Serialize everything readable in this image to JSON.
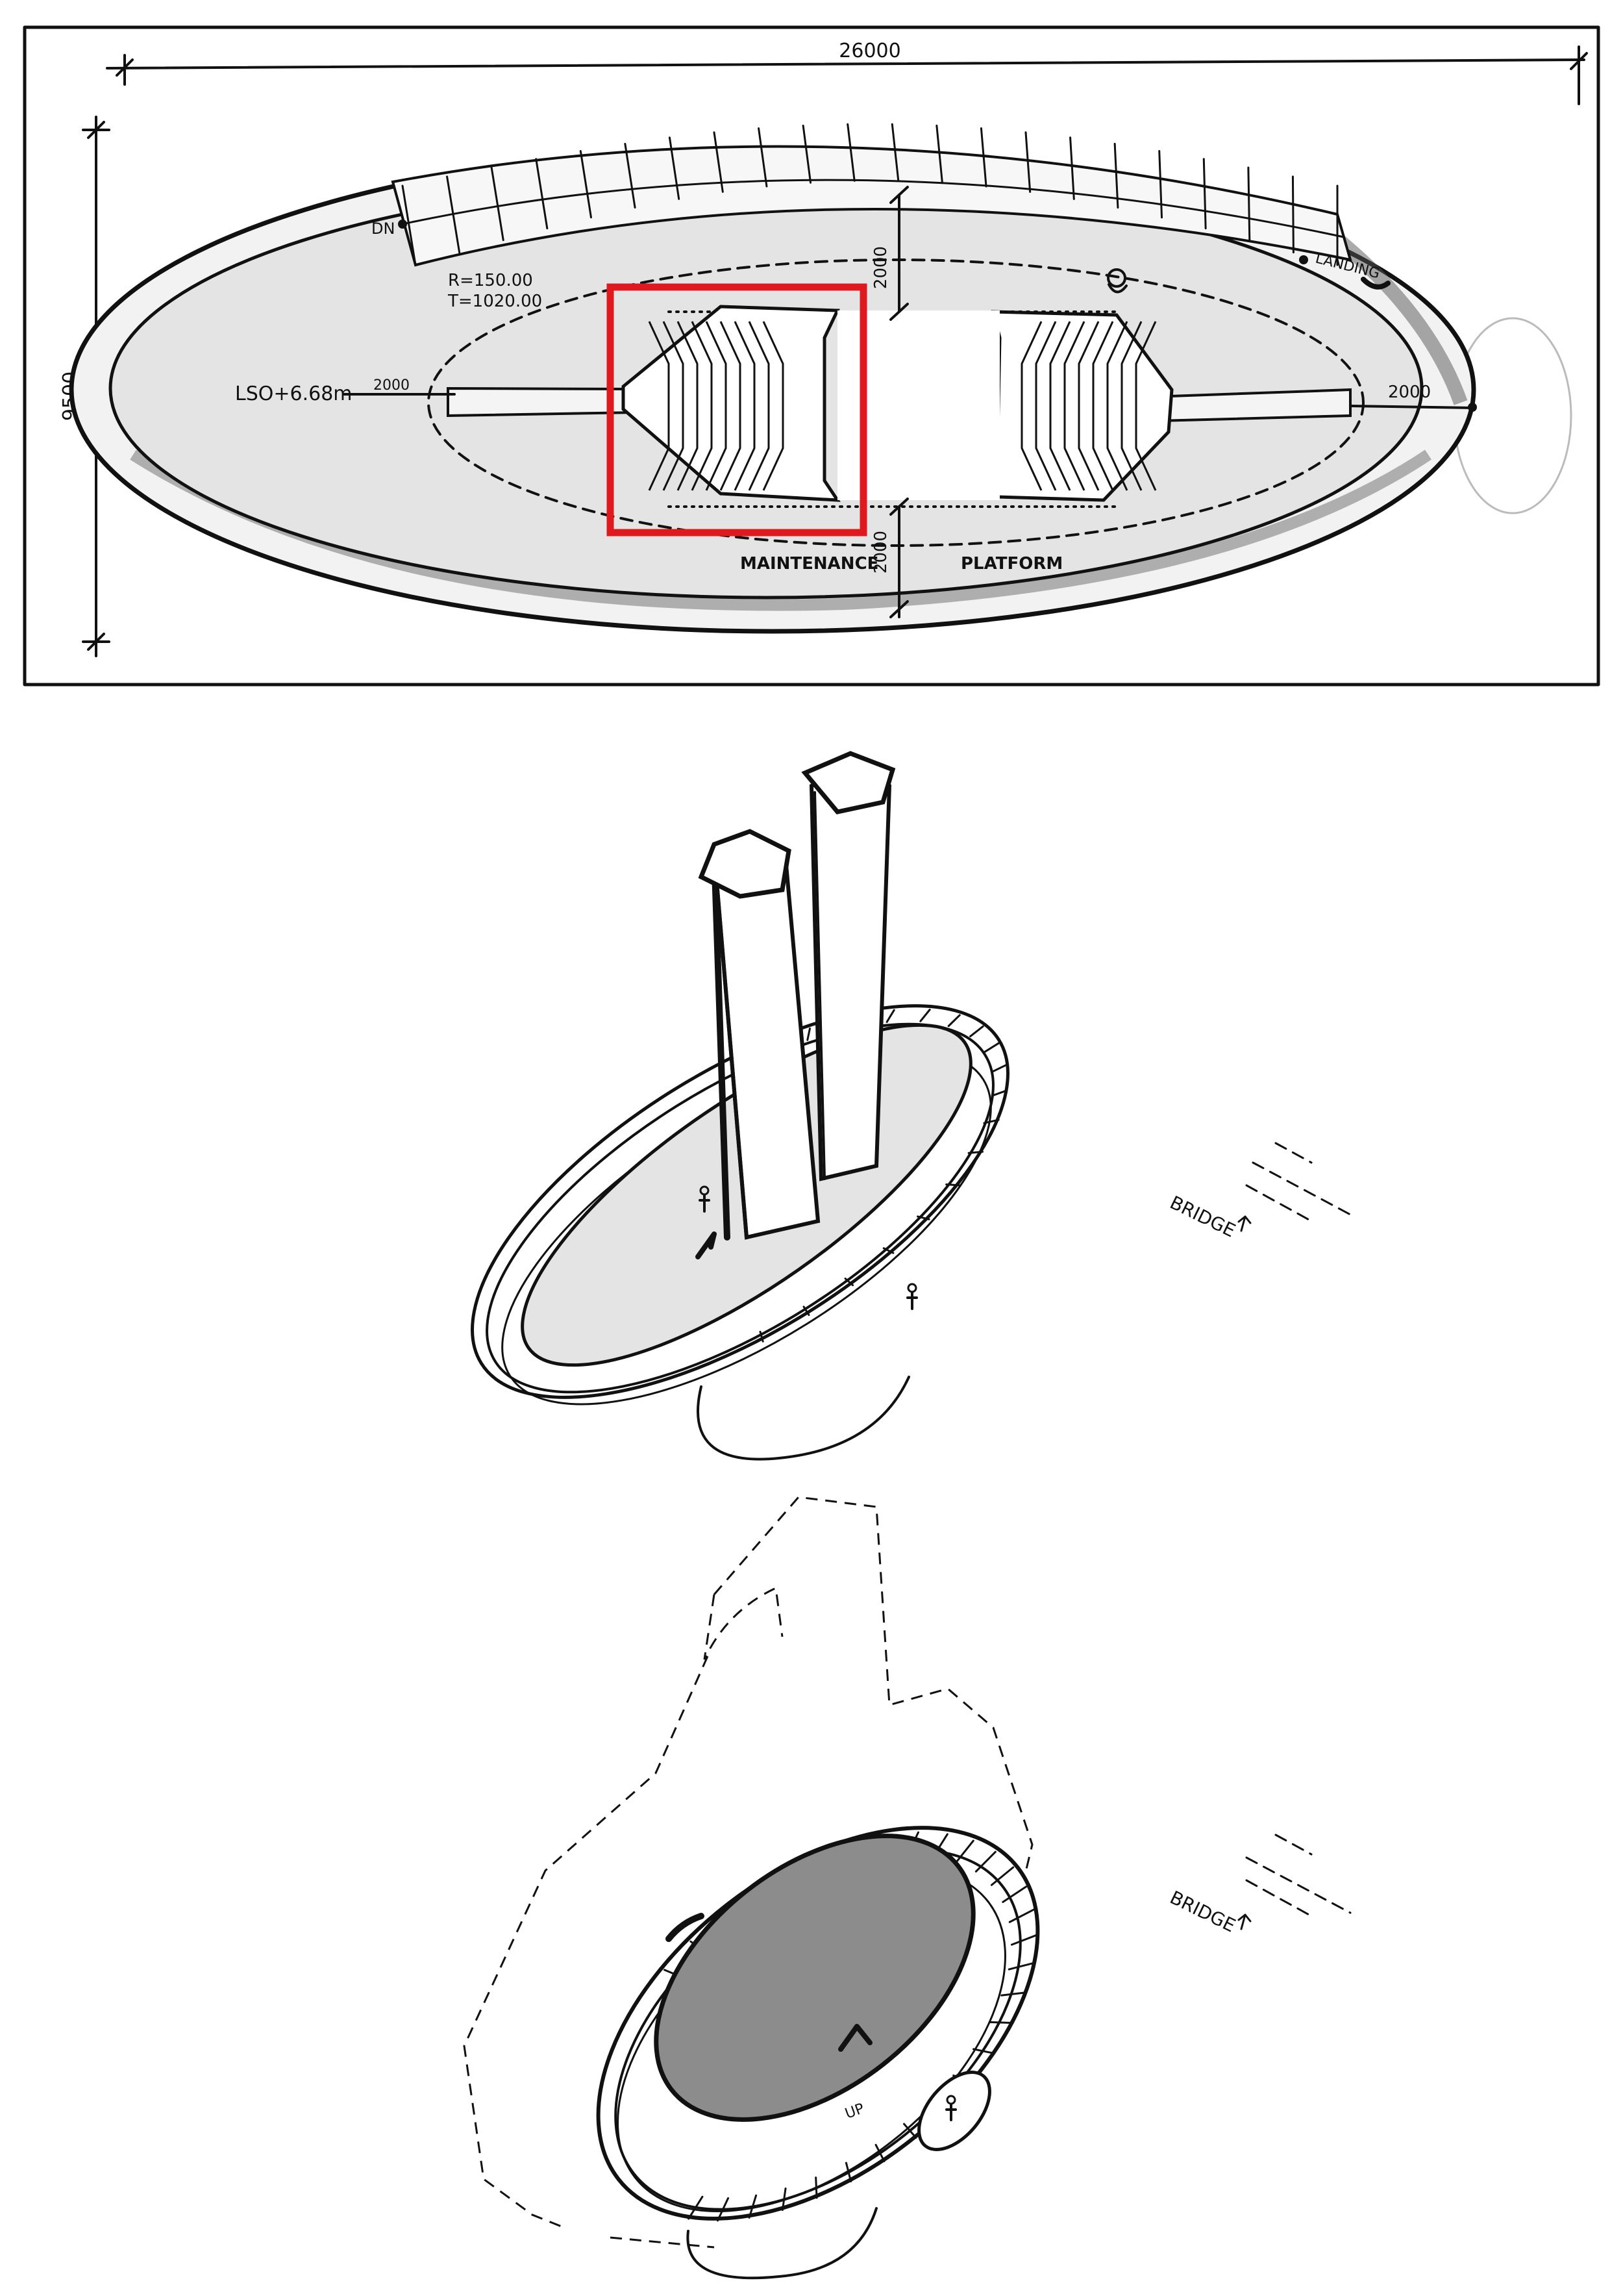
{
  "plan": {
    "overall_length": "26000",
    "overall_width": "9500",
    "dn_label": "DN",
    "radius_label": "R=150.00",
    "tread_label": "T=1020.00",
    "level_label": "LSO+6.68m",
    "left_bridge_dim": "2000",
    "right_bridge_dim": "2000",
    "top_clearance_dim": "2000",
    "bottom_clearance_dim": "2000",
    "landing_label": "LANDING",
    "platform_word_1": "MAINTENANCE",
    "platform_word_2": "PLATFORM",
    "highlight_color": "#e0191e"
  },
  "axo_upper": {
    "bridge_label": "BRIDGE"
  },
  "axo_lower": {
    "bridge_label": "BRIDGE",
    "up_label": "UP"
  },
  "colors": {
    "platform_fill": "#e4e4e4",
    "void_fill": "#8c8c8c",
    "ink": "#111111"
  }
}
